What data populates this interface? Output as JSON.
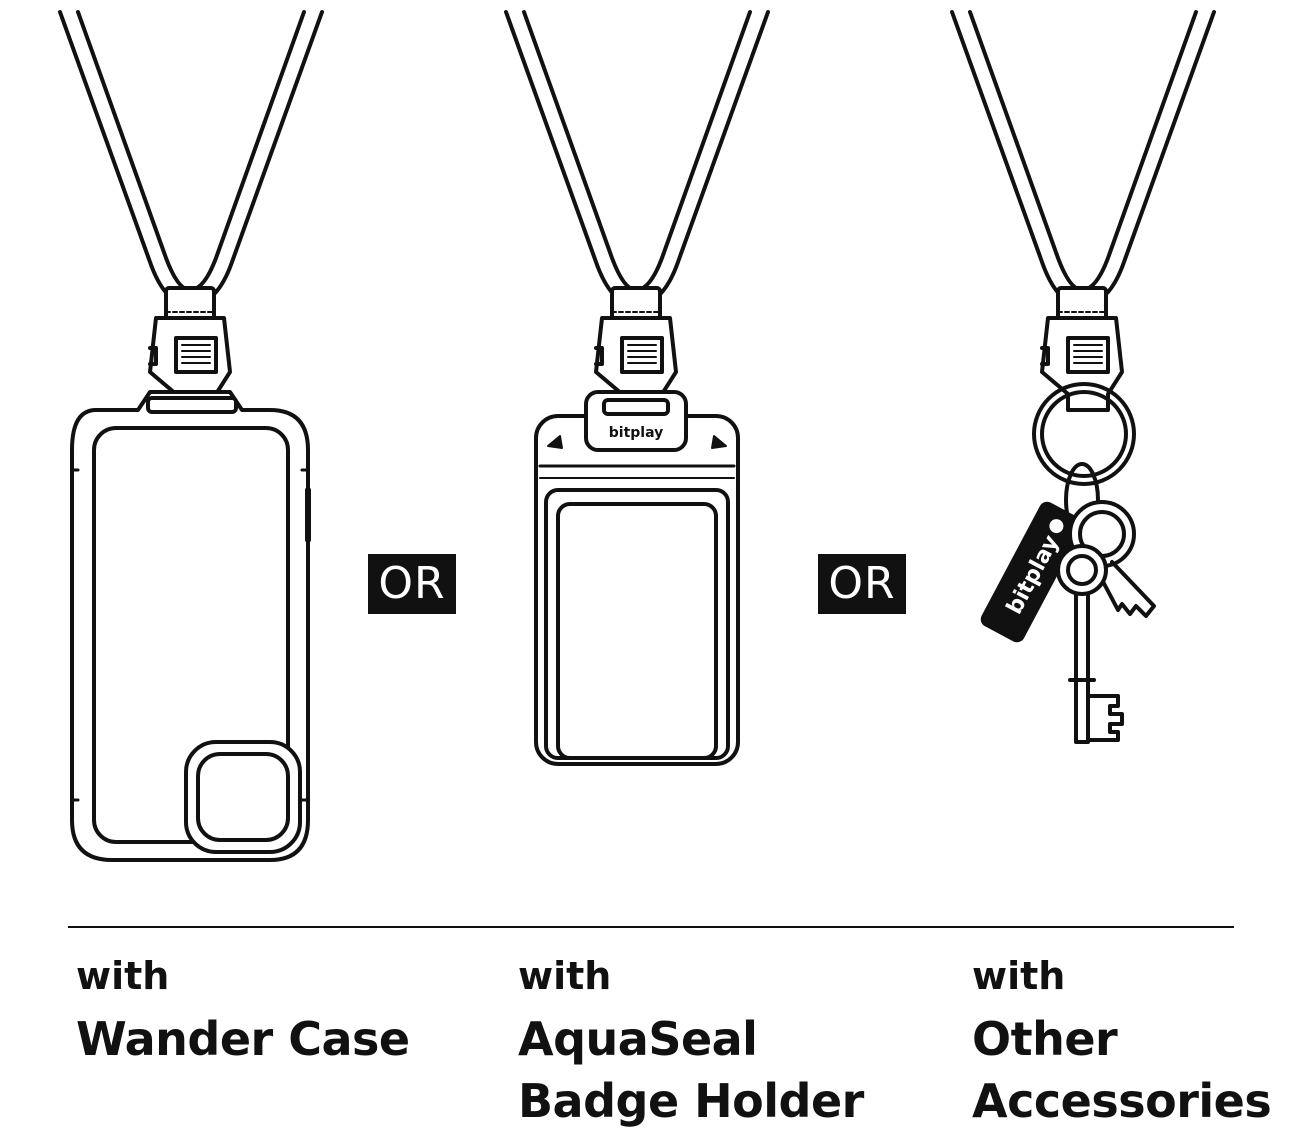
{
  "separators": [
    "OR",
    "OR"
  ],
  "options": [
    {
      "with_label": "with",
      "title_lines": [
        "Wander Case"
      ]
    },
    {
      "with_label": "with",
      "title_lines": [
        "AquaSeal",
        "Badge Holder"
      ]
    },
    {
      "with_label": "with",
      "title_lines": [
        "Other",
        "Accessories"
      ]
    }
  ],
  "holder_brand": "bitplay",
  "tag_brand": "bitplay",
  "icons": [
    "lanyard-icon",
    "phone-case-icon",
    "badge-holder-icon",
    "key-ring-icon",
    "keys-icon",
    "key-tag-icon"
  ],
  "colors": {
    "line": "#111111",
    "background": "#ffffff"
  }
}
